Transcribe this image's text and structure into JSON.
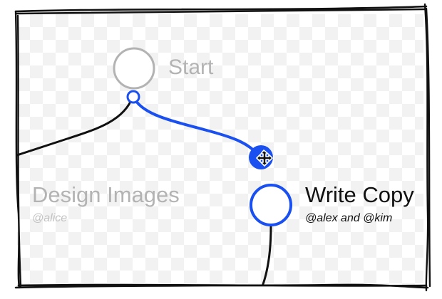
{
  "diagram": {
    "nodes": [
      {
        "id": "start",
        "label": "Start",
        "sublabel": "",
        "state": "faded"
      },
      {
        "id": "design-images",
        "label": "Design Images",
        "sublabel": "@alice",
        "state": "faded"
      },
      {
        "id": "write-copy",
        "label": "Write Copy",
        "sublabel": "@alex and @kim",
        "state": "active"
      }
    ],
    "edges": [
      {
        "from": "start",
        "to": "design-images",
        "style": "solid-black"
      },
      {
        "from": "start",
        "to": "drag-handle",
        "style": "dragging-blue"
      },
      {
        "from": "write-copy",
        "to": "below",
        "style": "solid-black"
      }
    ],
    "interaction": {
      "mode": "dragging-connection",
      "cursor": "move-icon"
    },
    "colors": {
      "accent": "#1a4ff0",
      "faded": "#b3b3b3",
      "ink": "#111111",
      "checker": "#f2f2f2"
    }
  }
}
